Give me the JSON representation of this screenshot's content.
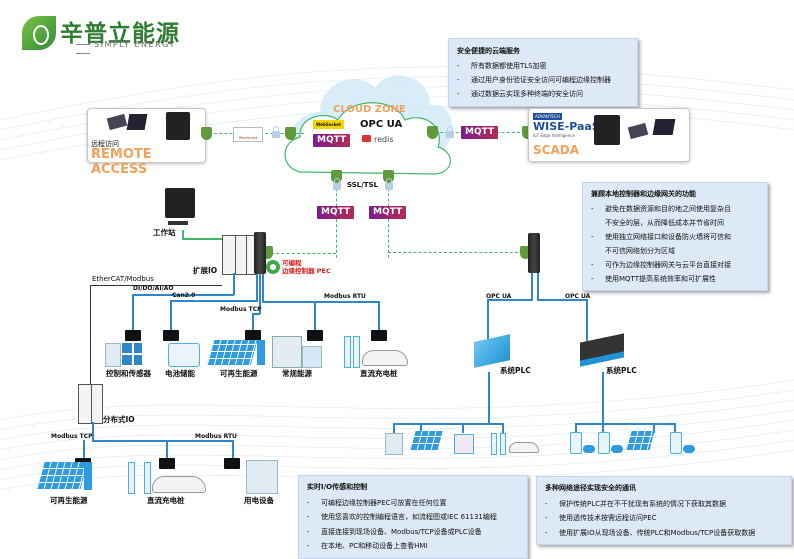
{
  "brand": {
    "name_cn": "辛普立能源",
    "name_en": "SIMPLY ENERGY"
  },
  "cloud": {
    "zone_label": "CLOUD ZONE",
    "services": [
      "WebSocket",
      "OPC UA",
      "MQTT",
      "redis"
    ],
    "ssl_label": "SSL/TSL"
  },
  "remote_access": {
    "label_cn": "远程访问",
    "label_en": "REMOTE ACCESS",
    "vpn_label": "WireGuard"
  },
  "scada": {
    "vendor": "ADVANTECH",
    "product": "WISE-PaaS",
    "subtitle": "IoT Edge Intelligence",
    "label": "SCADA"
  },
  "mqtt_label": "MQTT",
  "info_boxes": {
    "cloud_service": {
      "title": "安全便捷的云端服务",
      "items": [
        "所有数据都使用TLS加密",
        "通过用户身份验证安全访问可编程边缘控制器",
        "通过数据云实现多种终端的安全访问"
      ]
    },
    "gateway_features": {
      "title": "兼顾本地控制器和边缘网关的功能",
      "items": [
        [
          "避免在数据资源和目的地之间使用复杂且",
          "不安全的层，从而降低成本并节省时间"
        ],
        [
          "使用独立网络接口和设备防火墙将可信和",
          "不可信网络划分为区域"
        ],
        [
          "可作为边缘控制器网关与云平台直接对接"
        ],
        [
          "使用MQTT提高系统效率和可扩展性"
        ]
      ]
    },
    "realtime_io": {
      "title": "实时I/O传感和控制",
      "items": [
        "可编程边缘控制器PEC可放置在任何位置",
        "使用您喜欢的控制编程语言，如流程图或IEC 61131编程",
        "直接连接到现场设备、Modbus/TCP设备或PLC设备",
        "在本地、PC和移动设备上查看HMI"
      ]
    },
    "secure_comm": {
      "title": "多种网络途径实现安全的通讯",
      "items": [
        "保护传统PLC并在不干扰现有系统的情况下获取其数据",
        "使用透传技术按需远程访问PEC",
        "使用扩展IO从现场设备、传统PLC和Modbus/TCP设备获取数据"
      ]
    }
  },
  "nodes": {
    "workstation": "工作站",
    "expansion_io": "扩展IO",
    "pec_line1": "可编程",
    "pec_line2": "边缘控制器 PEC",
    "distributed_io": "分布式IO",
    "system_plc": "系统PLC"
  },
  "protocols": {
    "ethercat": "EtherCAT/Modbus",
    "dido": "DI/DO/AI/AO",
    "can": "Can2.0",
    "modbus_tcp": "Modbus TCP",
    "modbus_rtu": "Modbus RTU",
    "opcua": "OPC UA"
  },
  "devices_upper": [
    "控制和传感器",
    "电池储能",
    "可再生能源",
    "常规能源",
    "直流充电桩"
  ],
  "devices_lower": [
    "可再生能源",
    "直流充电桩",
    "用电设备"
  ]
}
